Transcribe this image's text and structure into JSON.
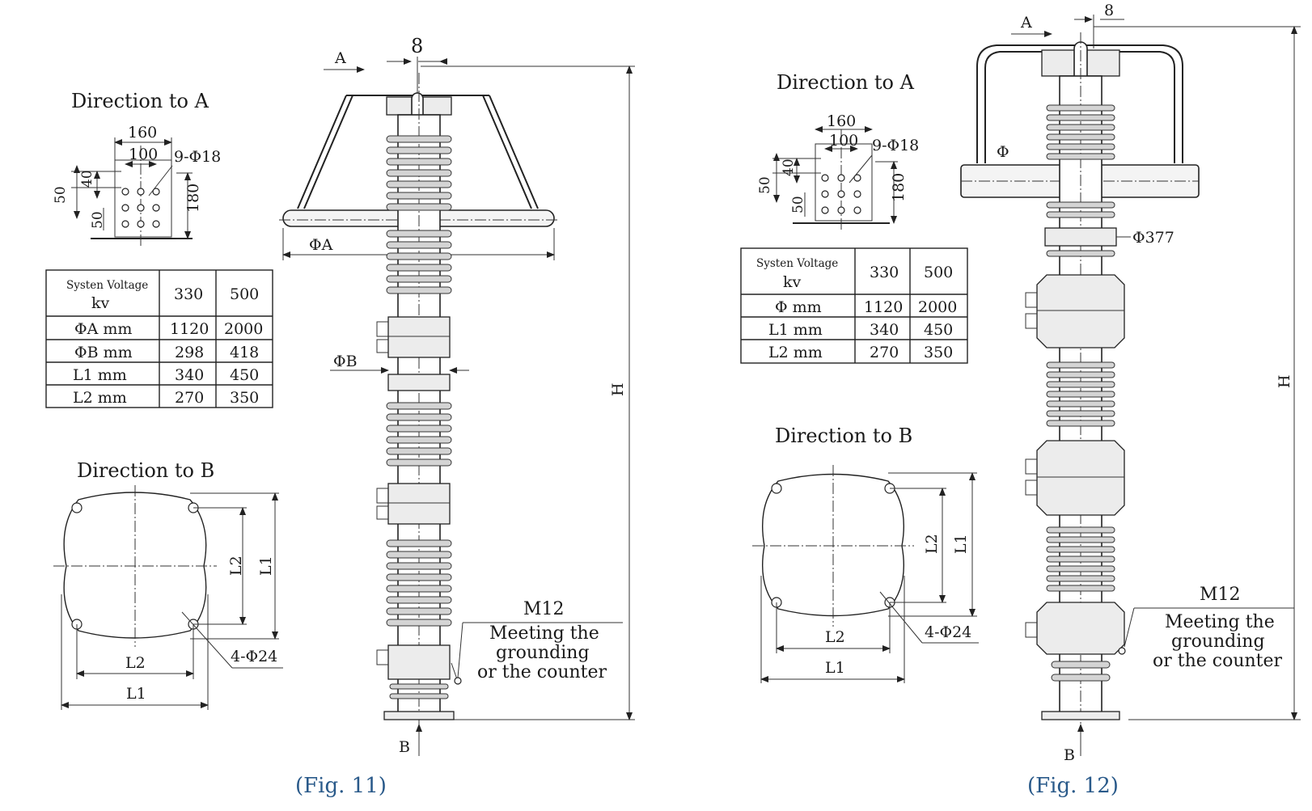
{
  "fig11": {
    "caption": "(Fig. 11)",
    "direction_a": {
      "title": "Direction to A",
      "dims": {
        "width_outer": "160",
        "width_inner": "100",
        "holes": "9-Φ18",
        "v50": "50",
        "v40": "40",
        "v50b": "50",
        "height": "180"
      }
    },
    "table": {
      "header": [
        "Systen Voltage kv",
        "330",
        "500"
      ],
      "rows": [
        [
          "ΦA mm",
          "1120",
          "2000"
        ],
        [
          "ΦB mm",
          "298",
          "418"
        ],
        [
          "L1 mm",
          "340",
          "450"
        ],
        [
          "L2 mm",
          "270",
          "350"
        ]
      ]
    },
    "direction_b": {
      "title": "Direction to B",
      "labels": {
        "l1": "L1",
        "l2": "L2",
        "holes": "4-Φ24"
      }
    },
    "arrester": {
      "arrow_a": "A",
      "arrow_b": "B",
      "gap": "8",
      "phi_a": "ΦA",
      "phi_b": "ΦB",
      "height": "H",
      "note": [
        "M12",
        "Meeting the",
        "grounding",
        "or the counter"
      ]
    }
  },
  "fig12": {
    "caption": "(Fig. 12)",
    "direction_a": {
      "title": "Direction to A",
      "dims": {
        "width_outer": "160",
        "width_inner": "100",
        "holes": "9-Φ18",
        "v50": "50",
        "v40": "40",
        "v50b": "50",
        "height": "180"
      }
    },
    "table": {
      "header": [
        "Systen Voltage kv",
        "330",
        "500"
      ],
      "rows": [
        [
          "Φ mm",
          "1120",
          "2000"
        ],
        [
          "L1 mm",
          "340",
          "450"
        ],
        [
          "L2 mm",
          "270",
          "350"
        ]
      ]
    },
    "direction_b": {
      "title": "Direction to B",
      "labels": {
        "l1": "L1",
        "l2": "L2",
        "holes": "4-Φ24"
      }
    },
    "arrester": {
      "arrow_a": "A",
      "arrow_b": "B",
      "gap": "8",
      "phi": "Φ",
      "phi_377": "Φ377",
      "height": "H",
      "note": [
        "M12",
        "Meeting the",
        "grounding",
        "or the counter"
      ]
    }
  }
}
